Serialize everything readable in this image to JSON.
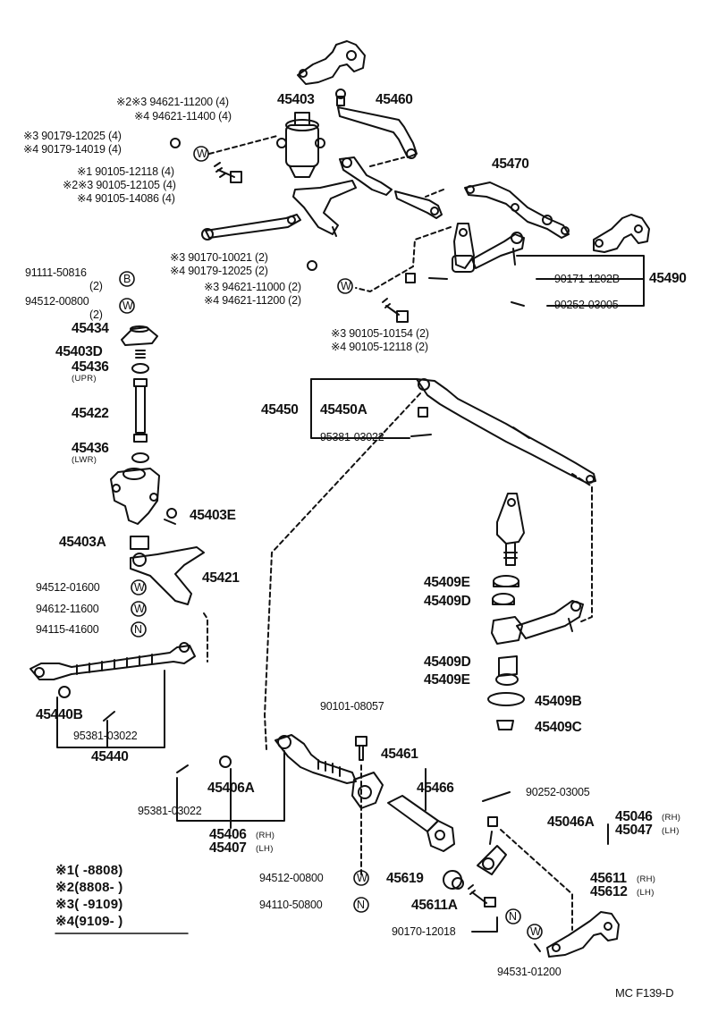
{
  "figure_code": "MC F139-D",
  "key_notes": [
    "※1(       -8808)",
    "※2(8808-       )",
    "※3(       -9109)",
    "※4(9109-       )"
  ],
  "labels": {
    "p45403": "45403",
    "p45460": "45460",
    "p45470": "45470",
    "p45490": "45490",
    "r9462111200_a": "※2※3 94621-11200 (4)",
    "r9462111400": "※4 94621-11400 (4)",
    "r9017912025_a": "※3 90179-12025 (4)",
    "r9017914019": "※4 90179-14019 (4)",
    "r9010512118_a": "※1 90105-12118 (4)",
    "r9010512105": "※2※3 90105-12105 (4)",
    "r9010514086": "※4 90105-14086 (4)",
    "r9017010021": "※3 90170-10021 (2)",
    "r9017912025_b": "※4 90179-12025 (2)",
    "r9462111000": "※3 94621-11000 (2)",
    "r9462111200_b": "※4 94621-11200 (2)",
    "r9010510154": "※3 90105-10154 (2)",
    "r9010512118_b": "※4 90105-12118 (2)",
    "r9017112028": "90171-1202B",
    "r9025203005_a": "90252-03005",
    "r9111150816": "91111-50816",
    "r9111150816_q": "(2)",
    "r9451200800_a": "94512-00800",
    "r9451200800_q": "(2)",
    "p45434": "45434",
    "p45403D": "45403D",
    "p45436a": "45436",
    "p45436a_sub": "(UPR)",
    "p45422": "45422",
    "p45436b": "45436",
    "p45436b_sub": "(LWR)",
    "p45403E": "45403E",
    "p45403A": "45403A",
    "p45421": "45421",
    "r9451201600": "94512-01600",
    "r9461211600": "94612-11600",
    "r9411541600": "94115-41600",
    "p45440B": "45440B",
    "r9538103022_a": "95381-03022",
    "p45440": "45440",
    "p45450": "45450",
    "p45450A": "45450A",
    "r9538103022_b": "95381-03022",
    "p45409E_a": "45409E",
    "p45409D_a": "45409D",
    "p45409D_b": "45409D",
    "p45409E_b": "45409E",
    "p45409B": "45409B",
    "p45409C": "45409C",
    "r9010108057": "90101-08057",
    "p45461": "45461",
    "p45466": "45466",
    "r9025203005_b": "90252-03005",
    "p45406A": "45406A",
    "r9538103022_c": "95381-03022",
    "p45406": "45406",
    "p45406_sub": "(RH)",
    "p45407": "45407",
    "p45407_sub": "(LH)",
    "p45046A": "45046A",
    "p45046": "45046",
    "p45046_sub": "(RH)",
    "p45047": "45047",
    "p45047_sub": "(LH)",
    "r9451200800_b": "94512-00800",
    "p45619": "45619",
    "r9411050800": "94110-50800",
    "p45611A": "45611A",
    "r9017012018": "90170-12018",
    "r9453101200": "94531-01200",
    "p45611": "45611",
    "p45611_sub": "(RH)",
    "p45612": "45612",
    "p45612_sub": "(LH)"
  },
  "symbols": {
    "washer": "W",
    "bolt": "B",
    "nut": "N"
  }
}
